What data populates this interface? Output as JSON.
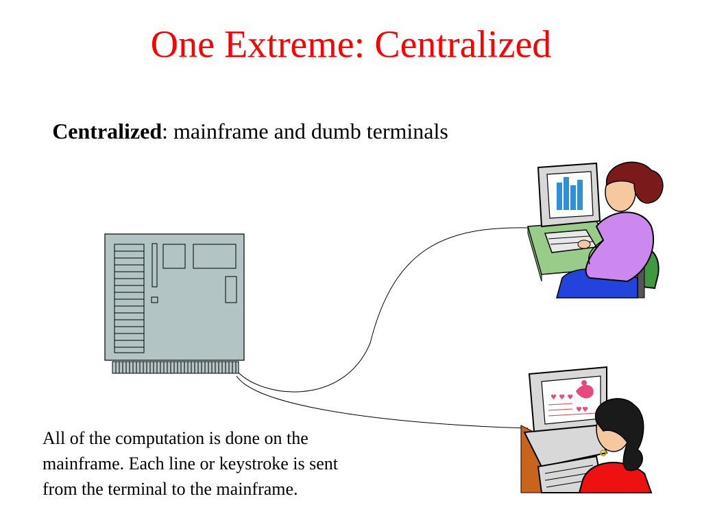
{
  "slide": {
    "title": "One Extreme: Centralized"
  },
  "subtitle": {
    "term": "Centralized",
    "rest": ": mainframe and dumb terminals"
  },
  "description": {
    "lines": [
      "All of the computation is done on the",
      "mainframe.  Each line or keystroke is sent",
      "from the terminal to the mainframe."
    ]
  },
  "colors": {
    "title": "#ff0000",
    "mainframe_fill": "#b2c4c4",
    "terminal_screen": "#2f8fd8",
    "woman1_shirt": "#cc88ee",
    "woman1_chair": "#3f9a3f",
    "woman1_desk": "#99cc88",
    "woman1_skirt": "#2244dd",
    "woman2_shirt": "#ee1111",
    "woman2_desk": "#c8641c",
    "hair": "#7a1a1a"
  },
  "icons": [
    "mainframe-icon",
    "user-at-terminal-top-icon",
    "user-at-terminal-bottom-icon"
  ]
}
